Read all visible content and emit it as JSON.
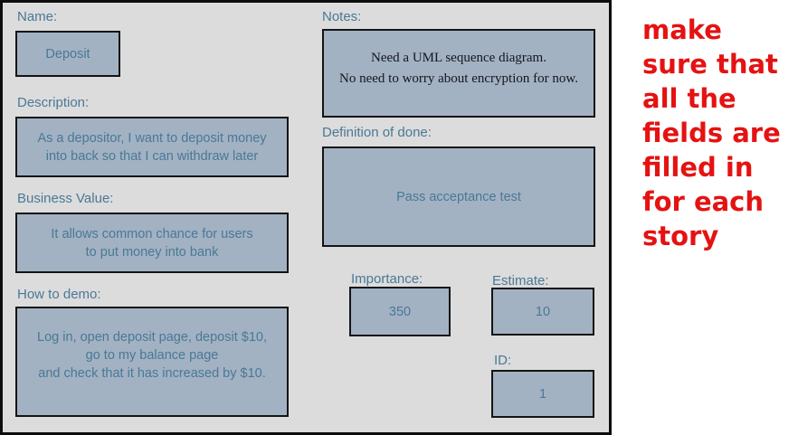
{
  "colors": {
    "panel_background": "#dcdcdc",
    "field_fill": "#a2b2c2",
    "field_text_blue": "#4a7896",
    "notes_ink": "#15151f",
    "annotation_red": "#e51212",
    "border_black": "#0d0d0d"
  },
  "card": {
    "name": {
      "label": "Name:",
      "value": "Deposit"
    },
    "description": {
      "label": "Description:",
      "value": "As a depositor, I want to deposit money\ninto back so that I can withdraw later"
    },
    "business_value": {
      "label": "Business Value:",
      "value": "It allows common chance for users\nto put money into bank"
    },
    "how_to_demo": {
      "label": "How to demo:",
      "value": "Log in, open deposit page, deposit $10,\ngo to my balance page\nand check that it has increased by $10."
    },
    "notes": {
      "label": "Notes:",
      "value": "Need a UML sequence diagram.\nNo need to worry about encryption for now."
    },
    "definition_of_done": {
      "label": "Definition of done:",
      "value": "Pass acceptance test"
    },
    "importance": {
      "label": "Importance:",
      "value": "350"
    },
    "estimate": {
      "label": "Estimate:",
      "value": "10"
    },
    "id": {
      "label": "ID:",
      "value": "1"
    }
  },
  "annotation": {
    "text": "make\nsure that\nall the\nfields are\nfilled in\nfor each\nstory"
  }
}
